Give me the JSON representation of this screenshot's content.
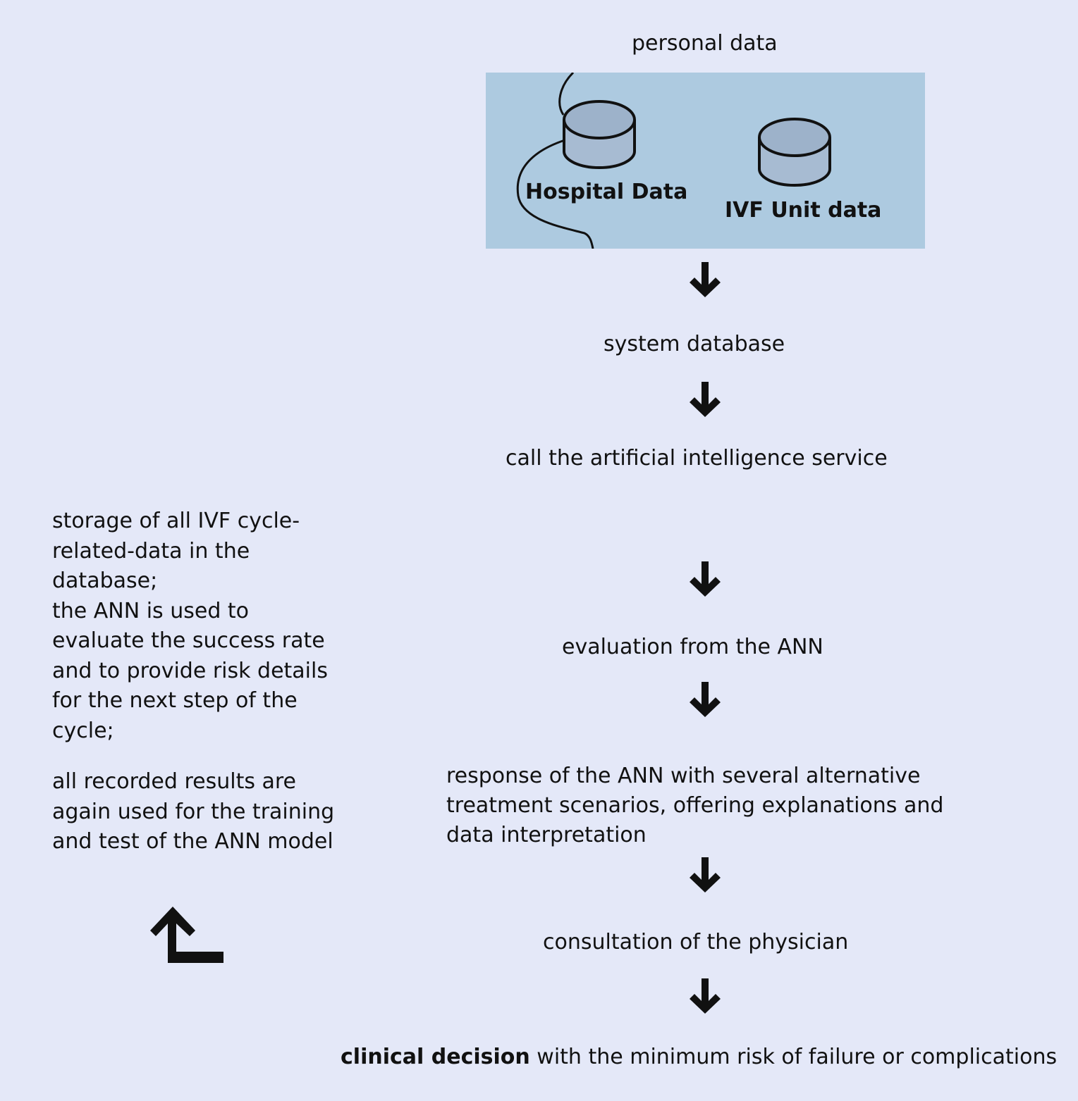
{
  "diagram": {
    "personal_data_label": "personal data",
    "databases": {
      "hospital_label": "Hospital Data",
      "ivf_label": "IVF Unit data"
    },
    "steps": {
      "system_database": "system database",
      "call_ai": "call the artificial intelligence service",
      "evaluation": "evaluation from the ANN",
      "response_line1": "response of the ANN with several alternative",
      "response_line2": "treatment scenarios, offering explanations and",
      "response_line3": "data interpretation",
      "consultation": "consultation of the physician",
      "final_bold": "clinical decision",
      "final_rest": " with the minimum risk of failure or complications"
    },
    "side_notes": {
      "storage_text": "storage of all IVF cycle-\nrelated-data in the\ndatabase;\nthe ANN is used to\nevaluate the success rate\nand to provide risk details\nfor the next step of the\ncycle;",
      "training_text": " all recorded results are\nagain used for the training\nand test of the ANN model"
    },
    "colors": {
      "background": "#e4e8f8",
      "panel": "#adcae0",
      "cylinder": "#9fb4cc",
      "arrow": "#111111"
    }
  }
}
